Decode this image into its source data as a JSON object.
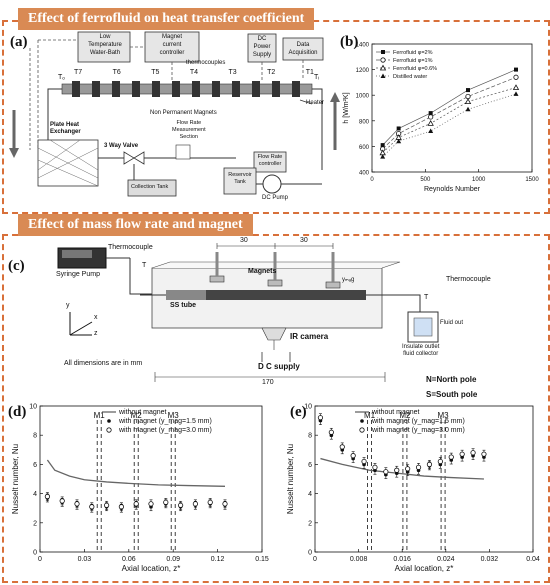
{
  "section1": {
    "banner": "Effect of ferrofluid on heat transfer coefficient"
  },
  "section2": {
    "banner": "Effect of mass flow rate and magnet"
  },
  "panel_a": {
    "label": "(a)",
    "low_temp_bath": [
      "Low",
      "Temperature",
      "Water-Bath"
    ],
    "magnet_controller": [
      "Magnet",
      "current",
      "controller"
    ],
    "dc_power": [
      "DC",
      "Power",
      "Supply"
    ],
    "data_acq": [
      "Data",
      "Acquisition"
    ],
    "thermocouples": "thermocouples",
    "temps": [
      "T7",
      "T6",
      "T5",
      "T4",
      "T3",
      "T2",
      "T1"
    ],
    "t_out": "Tₒ",
    "t_in": "Tᵢ",
    "heater": "Heater",
    "non_perm": "Non Permanent Magnets",
    "plate_hx": [
      "Plate Heat",
      "Exchanger"
    ],
    "valve": "3 Way Valve",
    "flow_meas": [
      "Flow Rate",
      "Measurement",
      "Section"
    ],
    "flow_ctrl": [
      "Flow Rate",
      "controller"
    ],
    "collection": "Collection Tank",
    "reservoir": [
      "Reservoir",
      "Tank"
    ],
    "pump": "DC Pump"
  },
  "panel_b": {
    "label": "(b)"
  },
  "panel_c": {
    "label": "(c)",
    "syringe": "Syringe Pump",
    "thermo_left": "Thermocouple",
    "thermo_right": "Thermocouple",
    "dim1": "30",
    "dim2": "30",
    "magnets": "Magnets",
    "ymag": "yₘₐg",
    "sstube": "SS tube",
    "ircam": "IR camera",
    "dc": "D C supply",
    "dims_note": "All dimensions are in mm",
    "dim_total": "170",
    "fluid_out": "Fluid out",
    "insulate": [
      "Insulate outlet",
      "fluid collector"
    ],
    "north": "N=North pole",
    "south": "S=South pole",
    "t_left": "T",
    "t_right": "T",
    "ax_y": "y",
    "ax_x": "x",
    "ax_z": "z"
  },
  "panel_d": {
    "label": "(d)"
  },
  "panel_e": {
    "label": "(e)"
  },
  "chart_data": [
    {
      "type": "line",
      "xlabel": "Reynolds Number",
      "ylabel": "h [W/m²K]",
      "xlim": [
        0,
        1500
      ],
      "ylim": [
        400,
        1400
      ],
      "xticks": [
        0,
        500,
        1000,
        1500
      ],
      "yticks": [
        400,
        600,
        800,
        1000,
        1200,
        1400
      ],
      "legend_position": "top-left",
      "series": [
        {
          "name": "Ferrofluid φ=2%",
          "marker": "filled-square",
          "x": [
            100,
            250,
            550,
            900,
            1350
          ],
          "y": [
            610,
            740,
            860,
            1040,
            1200
          ]
        },
        {
          "name": "Ferrofluid φ=1%",
          "marker": "open-circle",
          "x": [
            100,
            250,
            550,
            900,
            1350
          ],
          "y": [
            580,
            700,
            830,
            990,
            1140
          ]
        },
        {
          "name": "Ferrofluid φ=0.6%",
          "marker": "open-triangle",
          "x": [
            100,
            250,
            550,
            900,
            1350
          ],
          "y": [
            550,
            670,
            780,
            950,
            1060
          ]
        },
        {
          "name": "Distilled water",
          "marker": "filled-triangle",
          "x": [
            100,
            250,
            550,
            900,
            1350
          ],
          "y": [
            520,
            640,
            720,
            890,
            1010
          ]
        }
      ]
    },
    {
      "type": "scatter",
      "xlabel": "Axial location, z*",
      "ylabel": "Nusselt number, Nu",
      "xlim": [
        0,
        0.15
      ],
      "ylim": [
        0,
        10
      ],
      "xticks": [
        0,
        0.03,
        0.06,
        0.09,
        0.12,
        0.15
      ],
      "yticks": [
        0,
        2,
        4,
        6,
        8,
        10
      ],
      "legend_position": "top-right",
      "markers": [
        {
          "label": "M1",
          "x": 0.04
        },
        {
          "label": "M2",
          "x": 0.065
        },
        {
          "label": "M3",
          "x": 0.09
        }
      ],
      "series": [
        {
          "name": "without magnet",
          "style": "line",
          "x": [
            0.005,
            0.01,
            0.02,
            0.03,
            0.045,
            0.06,
            0.08,
            0.1,
            0.125
          ],
          "y": [
            6.3,
            5.6,
            5.2,
            4.95,
            4.8,
            4.7,
            4.6,
            4.55,
            4.5
          ]
        },
        {
          "name": "with magnet (y_mag=1.5 mm)",
          "style": "filled-dot",
          "x": [
            0.005,
            0.015,
            0.025,
            0.035,
            0.045,
            0.055,
            0.065,
            0.075,
            0.085,
            0.095,
            0.105,
            0.115,
            0.125
          ],
          "y": [
            3.7,
            3.4,
            3.2,
            3.0,
            3.1,
            3.0,
            3.2,
            3.1,
            3.3,
            3.1,
            3.2,
            3.3,
            3.2
          ]
        },
        {
          "name": "with magnet (y_mag=3.0 mm)",
          "style": "open-circle",
          "x": [
            0.005,
            0.015,
            0.025,
            0.035,
            0.045,
            0.055,
            0.065,
            0.075,
            0.085,
            0.095,
            0.105,
            0.115,
            0.125
          ],
          "y": [
            3.8,
            3.5,
            3.3,
            3.1,
            3.2,
            3.1,
            3.3,
            3.3,
            3.4,
            3.2,
            3.3,
            3.4,
            3.3
          ]
        }
      ]
    },
    {
      "type": "scatter",
      "xlabel": "Axial location, z*",
      "ylabel": "Nusselt number, Nu",
      "xlim": [
        0,
        0.04
      ],
      "ylim": [
        0,
        10
      ],
      "xticks": [
        0,
        0.008,
        0.016,
        0.024,
        0.032,
        0.04
      ],
      "yticks": [
        0,
        2,
        4,
        6,
        8,
        10
      ],
      "legend_position": "top-right",
      "markers": [
        {
          "label": "M1",
          "x": 0.01
        },
        {
          "label": "M2",
          "x": 0.0165
        },
        {
          "label": "M3",
          "x": 0.0235
        }
      ],
      "series": [
        {
          "name": "without magnet",
          "style": "line",
          "x": [
            0.001,
            0.005,
            0.01,
            0.015,
            0.02,
            0.025,
            0.031
          ],
          "y": [
            6.4,
            6.0,
            5.6,
            5.4,
            5.2,
            5.1,
            5.0
          ]
        },
        {
          "name": "with magnet (y_mag=1.5 mm)",
          "style": "filled-dot",
          "x": [
            0.001,
            0.003,
            0.005,
            0.007,
            0.009,
            0.011,
            0.013,
            0.015,
            0.017,
            0.019,
            0.021,
            0.023,
            0.025,
            0.027,
            0.029,
            0.031
          ],
          "y": [
            9.0,
            8.0,
            7.0,
            6.4,
            6.0,
            5.6,
            5.3,
            5.4,
            5.5,
            5.6,
            5.9,
            6.0,
            6.3,
            6.5,
            6.6,
            6.5
          ]
        },
        {
          "name": "with magnet (y_mag=3.0 mm)",
          "style": "open-circle",
          "x": [
            0.001,
            0.003,
            0.005,
            0.007,
            0.009,
            0.011,
            0.013,
            0.015,
            0.017,
            0.019,
            0.021,
            0.023,
            0.025,
            0.027,
            0.029,
            0.031
          ],
          "y": [
            9.2,
            8.2,
            7.2,
            6.6,
            6.2,
            5.8,
            5.5,
            5.6,
            5.7,
            5.8,
            6.0,
            6.2,
            6.5,
            6.7,
            6.8,
            6.7
          ]
        }
      ]
    }
  ]
}
